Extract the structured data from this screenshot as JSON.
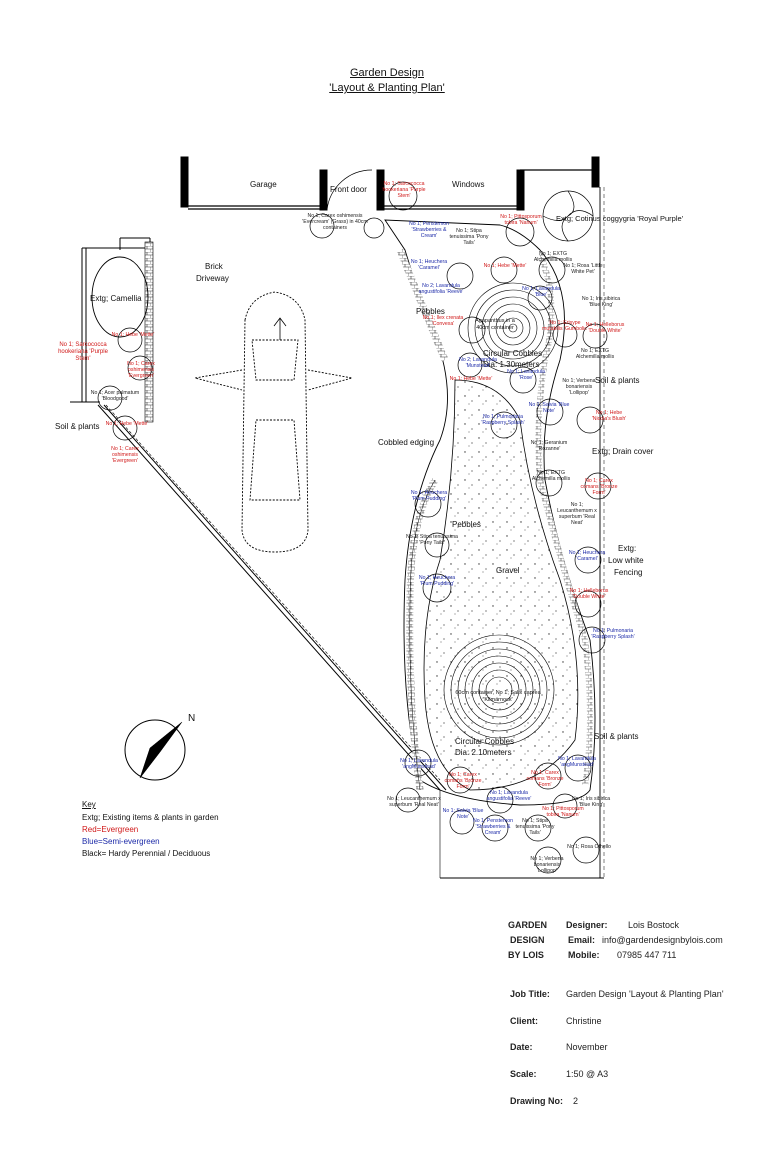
{
  "title": {
    "line1": "Garden Design",
    "line2": "'Layout & Planting Plan'"
  },
  "labels": {
    "garage": "Garage",
    "front_door": "Front door",
    "windows": "Windows",
    "brick_driveway_1": "Brick",
    "brick_driveway_2": "Driveway",
    "extg_camellia": "Extg; Camellia",
    "soil_plants_left": "Soil & plants",
    "soil_plants_right_top": "Soil & plants",
    "soil_plants_right_bottom": "Soil & plants",
    "pebbles_top": "Pebbles",
    "pebbles_mid": "Pebbles",
    "cobbled_edging": "Cobbled edging",
    "gravel": "Gravel",
    "circ_cobbles_top_1": "Circular Cobbles",
    "circ_cobbles_top_2": "Dia: 1.30meters",
    "circ_cobbles_bottom_1": "Circular Cobbles",
    "circ_cobbles_bottom_2": "Dia: 2.10meters",
    "cotinus": "Extg; Cotinus coggygria 'Royal Purple'",
    "drain_cover": "Extg; Drain cover",
    "fencing_1": "Extg:",
    "fencing_2": "Low white",
    "fencing_3": "Fencing",
    "north": "N",
    "container_top": "Agapanthus in a 40cm container",
    "container_bottom": "60cm container, No 1; Salix caprea 'Kilmarnock'"
  },
  "plants": {
    "p1": "No 1; Sarcococca hookeriana 'Purple Stem'",
    "p2": "No 1; Carex oshimensis 'Evercream' (Grass) in 40cm containers",
    "p3": "No 1; Penstemon 'Strawberries & Cream'",
    "p4": "No 1; Stipa tenuissima 'Pony Tails'",
    "p5": "No 1; Pittosporum tobira 'Nanum'",
    "p6": "No 1; Heuchera 'Caramel'",
    "p7": "No 1; Hebe 'Mette'",
    "p8": "No 1; EXTG Alchemilla mollis",
    "p9": "No 1; Rosa 'Little White Pet'",
    "p10": "No 2; Lavandula angustifolia 'Reeve'",
    "p11": "No 1; Lavandula 'Blue'",
    "p12": "No 1; Iris sibirica 'Blue King'",
    "p13": "No 1; Ilex crenata 'Convexa'",
    "p14": "No 1; Erisype mutabilis 'Gumbolic'",
    "p15": "No 1; Helleborus 'Double White'",
    "p16": "No 2; Lavandula 'Munstead'",
    "p17": "No 1; EXTG Alchemilla mollis",
    "p18": "No 1; Hebe 'Mette'",
    "p19": "No 1; Lavandula 'Rose'",
    "p20": "No 1; Verbena bonariensis 'Lollipop'",
    "p21": "No 1; Salvia 'Blue Note'",
    "p22": "No 1; Hebe 'Nicola's Blush'",
    "p23": "No 1; Pulmonaria 'Raspberry Splash'",
    "p24": "No 1; Geranium 'Rozanne'",
    "p25": "No 1; EXTG Alchemilla mollis",
    "p26": "No 1; Carex comans 'Bronze Form'",
    "p27": "No 1; Leucanthemum x superbum 'Real Neat'",
    "p28": "No 1; Heuchera 'Plum Pudding'",
    "p29": "No 1; Heuchera 'Caramel'",
    "p30": "No 1; Stipa tenuissima 'Pony Tails'",
    "p31": "No 1; Heuchera 'Plum Pudding'",
    "p32": "No 1; Helleborus 'Double White'",
    "p33": "No 1; Pulmonaria 'Raspberry Splash'",
    "p34": "No 1; Sarcococca hookeriana 'Purple Stem'",
    "p35": "No 1; Hebe 'Mette'",
    "p36": "No 1; Carex oshimensis 'Evergreen'",
    "p37": "No 1; Acer palmatum 'Bloodgood'",
    "p38": "No 1; Hebe 'Mette'",
    "p39": "No 1; Carex oshimensis 'Evergreen'",
    "p40": "No 1; Lavandula 'angMunstead'",
    "p41": "No 1; Carex comans 'Bronze Form'",
    "p42": "No 1; Lavandula 'angMunstead'",
    "p43": "No 1; Carex comans 'Bronze Form'",
    "p44": "No 1; Iris sibirica 'Blue King'",
    "p45": "No 1; Lavandula angustifolia 'Reeve'",
    "p46": "No 1; Pittosporum tobira 'Nanum'",
    "p47": "No 1; Leucanthemum x superbum 'Real Neat'",
    "p48": "No 1; Salvia 'Blue Note'",
    "p49": "No 1; Penstemon 'Strawberries & Cream'",
    "p50": "No 1; Stipa tenuissima 'Pony Tails'",
    "p51": "No 1; Rosa Othello",
    "p52": "No 1; Verbena bonariensis 'Lollipop'"
  },
  "key": {
    "heading": "Key",
    "line1": "Extg; Existing items & plants in garden",
    "line2": "Red=Evergreen",
    "line3": "Blue=Semi-evergreen",
    "line4": "Black= Hardy Perennial / Deciduous"
  },
  "colors": {
    "evergreen": "#d01818",
    "semi_evergreen": "#1c2aa8",
    "perennial": "#222222"
  },
  "title_block": {
    "brand_1": "GARDEN",
    "brand_2": "DESIGN",
    "brand_3": "BY LOIS",
    "designer_label": "Designer:",
    "designer": "Lois Bostock",
    "email_label": "Email:",
    "email": "info@gardendesignbylois.com",
    "mobile_label": "Mobile:",
    "mobile": "07985 447 711",
    "job_label": "Job Title:",
    "job": "Garden Design 'Layout & Planting Plan'",
    "client_label": "Client:",
    "client": "Christine",
    "date_label": "Date:",
    "date": "November",
    "scale_label": "Scale:",
    "scale": "1:50 @ A3",
    "drawing_label": "Drawing No:",
    "drawing": "2"
  }
}
